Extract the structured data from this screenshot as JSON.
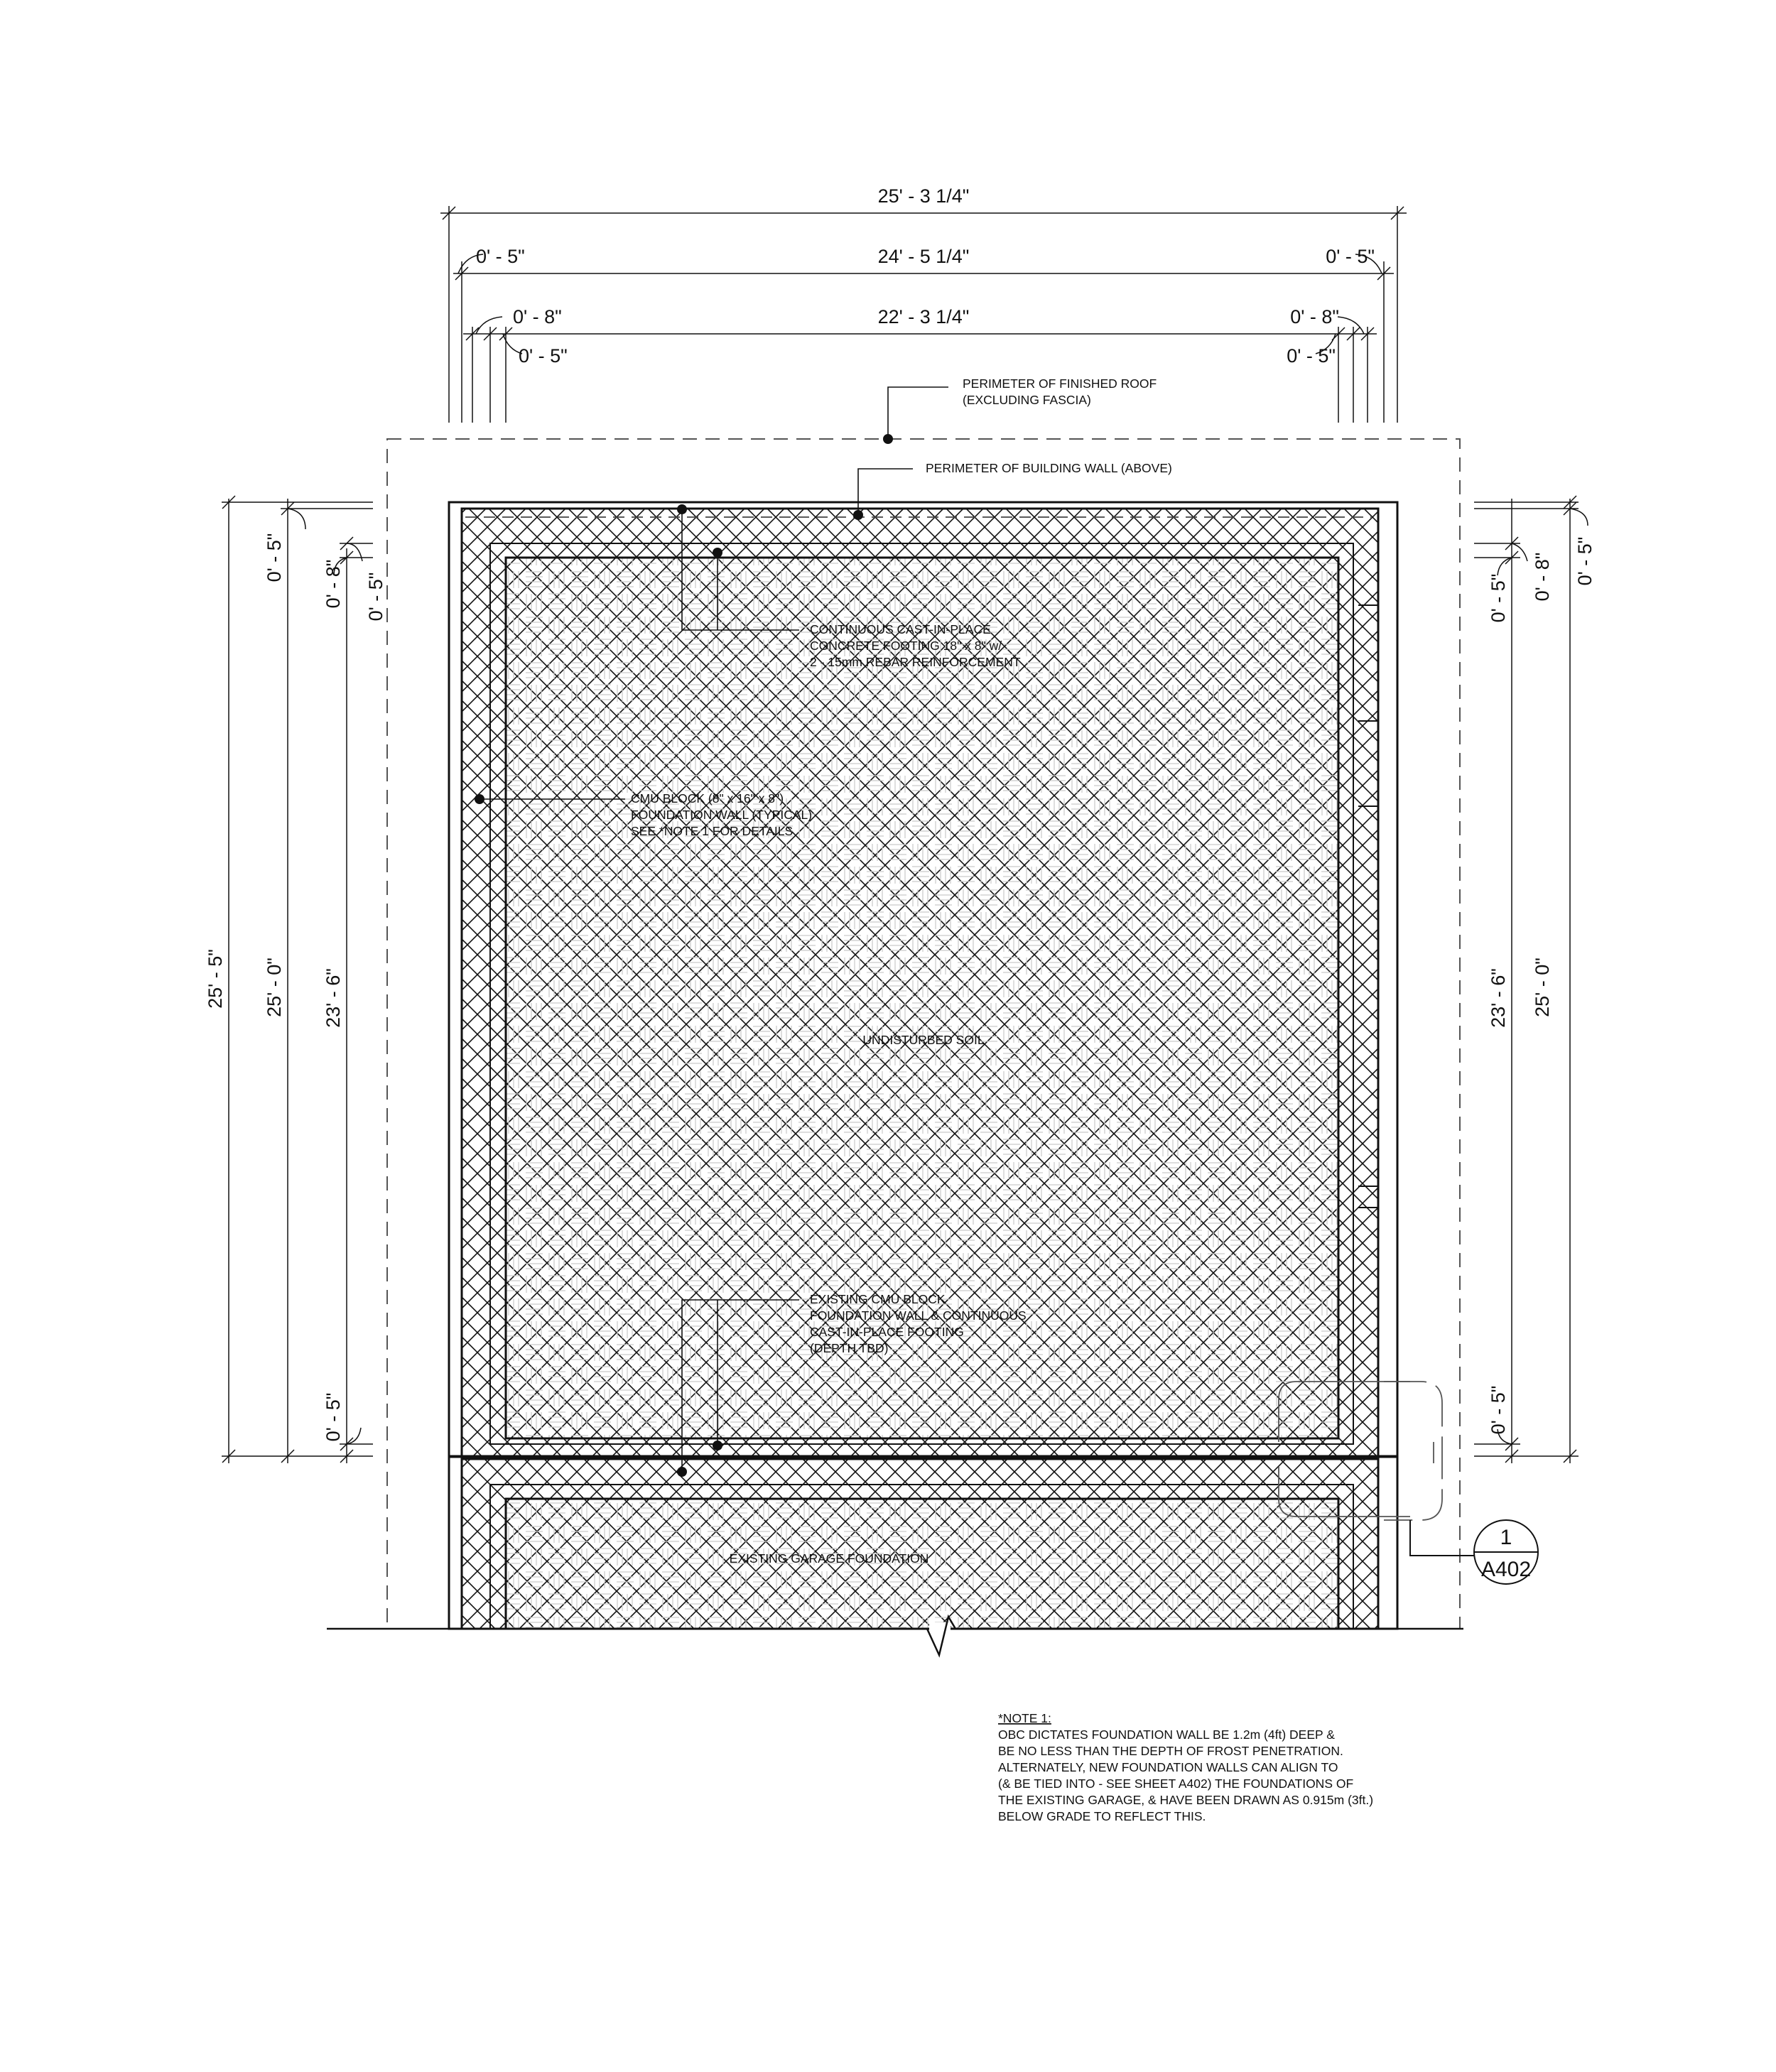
{
  "dimensions": {
    "top_overall": "25' - 3 1/4\"",
    "top_left_a": "0' - 5\"",
    "top_mid_a": "24' - 5 1/4\"",
    "top_right_a": "0' - 5\"",
    "top_left_b": "0' - 8\"",
    "top_mid_b": "22' - 3 1/4\"",
    "top_right_b": "0' - 8\"",
    "top_left_c": "0' - 5\"",
    "top_right_c": "0' - 5\"",
    "left_overall": "25' - 5\"",
    "left_top_a": "0' - 5\"",
    "left_mid_a": "25' - 0\"",
    "left_top_b": "0' - 8\"",
    "left_mid_b": "23' - 6\"",
    "left_bottom_b": "0' - 5\"",
    "left_top_c": "0' - 5\"",
    "right_top_a": "0' - 5\"",
    "right_top_b": "0' - 8\"",
    "right_top_c": "0' - 5\"",
    "right_mid_b": "23' - 6\"",
    "right_mid_a": "25' - 0\"",
    "right_bottom_b": "0' - 5\""
  },
  "callouts": {
    "roof_perimeter": [
      "PERIMETER OF FINISHED ROOF",
      "(EXCLUDING FASCIA)"
    ],
    "wall_perimeter": [
      "PERIMETER OF BUILDING WALL (ABOVE)"
    ],
    "footing": [
      "CONTINUOUS CAST-IN-PLACE",
      "CONCRETE FOOTING 18\" x 8\" w/",
      "2 - 15mm REBAR REINFORCEMENT"
    ],
    "cmu_wall": [
      "CMU BLOCK (8\" x 16\" x 8\")",
      "FOUNDATION WALL (TYPICAL)",
      "SEE *NOTE 1 FOR DETAILS"
    ],
    "soil": [
      "UNDISTURBED SOIL"
    ],
    "existing_wall": [
      "EXISTING CMU BLOCK",
      "FOUNDATION WALL & CONTINUOUS",
      "CAST-IN-PLACE FOOTING",
      "(DEPTH TBD)"
    ],
    "garage": [
      "EXISTING GARAGE FOUNDATION"
    ]
  },
  "section_tag": {
    "number": "1",
    "sheet": "A402"
  },
  "note": {
    "title": "*NOTE 1:",
    "lines": [
      "OBC DICTATES FOUNDATION WALL BE 1.2m (4ft) DEEP &",
      "BE NO LESS THAN THE DEPTH OF FROST PENETRATION.",
      "ALTERNATELY, NEW FOUNDATION WALLS CAN  ALIGN TO",
      "(& BE TIED INTO - SEE SHEET A402) THE FOUNDATIONS OF",
      "THE EXISTING GARAGE, & HAVE BEEN DRAWN AS 0.915m (3ft.)",
      "BELOW GRADE TO REFLECT THIS."
    ]
  }
}
